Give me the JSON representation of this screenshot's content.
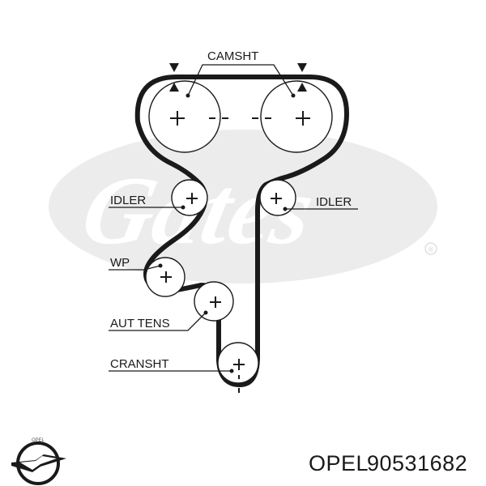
{
  "diagram": {
    "labels": {
      "camshaft": "CAMSHT",
      "idler_left": "IDLER",
      "idler_right": "IDLER",
      "water_pump": "WP",
      "auto_tensioner": "AUT TENS",
      "crankshaft": "CRANSHT"
    },
    "watermark": {
      "text": "Gates",
      "registered_mark": "®"
    }
  },
  "footer": {
    "brand": "OPEL",
    "part_number": "90531682",
    "logo_icon": "opel-logo-icon"
  },
  "colors": {
    "ink": "#1a1a1a",
    "watermark": "#ececec",
    "background": "#ffffff"
  }
}
